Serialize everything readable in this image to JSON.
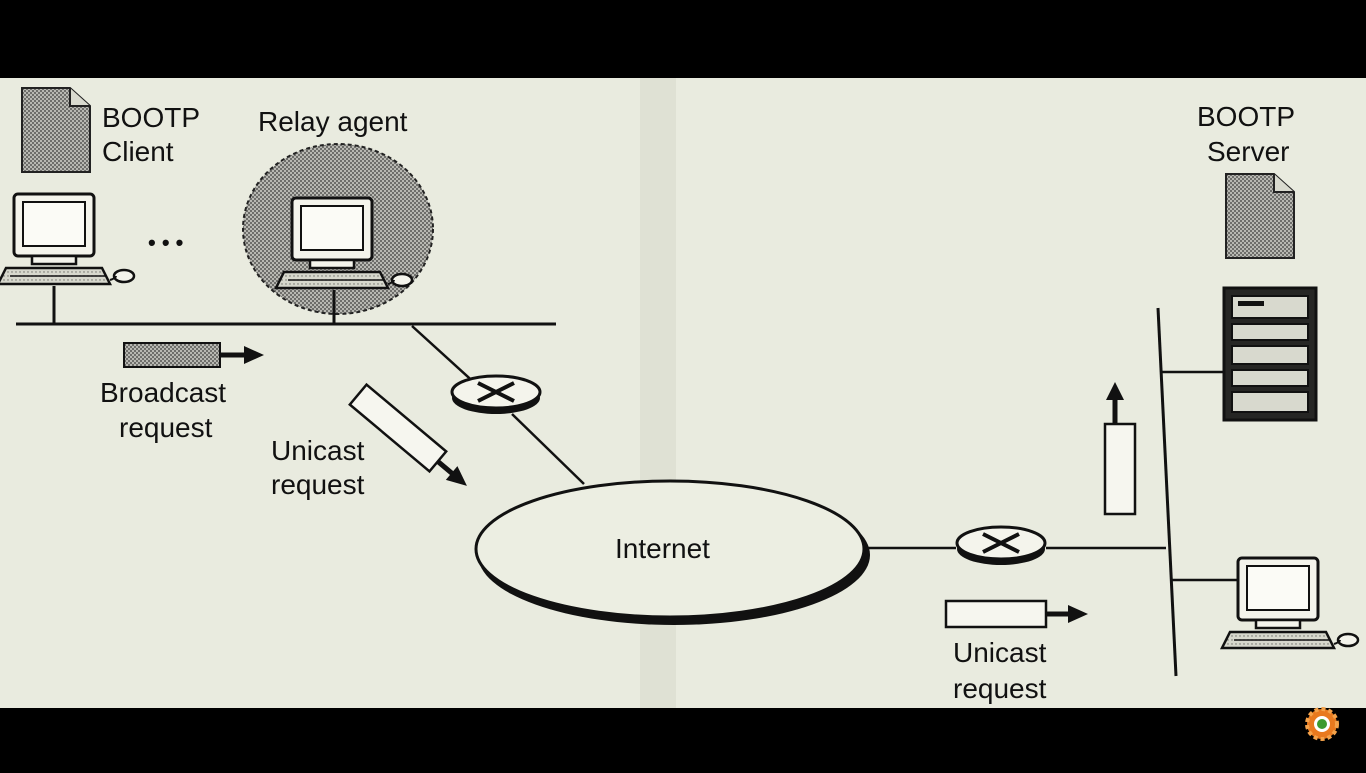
{
  "colors": {
    "letterbox": "#000000",
    "paper": "#e9ebdf",
    "ink": "#111111",
    "shade": "#8f8f8a",
    "relay_halo": "#9a9a94",
    "logo_orange": "#e8791e"
  },
  "labels": {
    "bootp_client": [
      "BOOTP",
      "Client"
    ],
    "relay_agent": "Relay agent",
    "ellipsis": "• • •",
    "broadcast_request": [
      "Broadcast",
      "request"
    ],
    "unicast_request_left": [
      "Unicast",
      "request"
    ],
    "internet": "Internet",
    "bootp_server": [
      "BOOTP",
      "Server"
    ],
    "unicast_request_right": [
      "Unicast",
      "request"
    ]
  },
  "icons": {
    "client_document": "document-icon",
    "server_document": "document-icon",
    "client_computer": "computer-icon",
    "relay_computer": "computer-icon",
    "server_computer": "computer-icon",
    "server_rack": "server-rack-icon",
    "left_router": "router-icon",
    "right_router": "router-icon",
    "channel_logo": "gear-logo-icon"
  }
}
